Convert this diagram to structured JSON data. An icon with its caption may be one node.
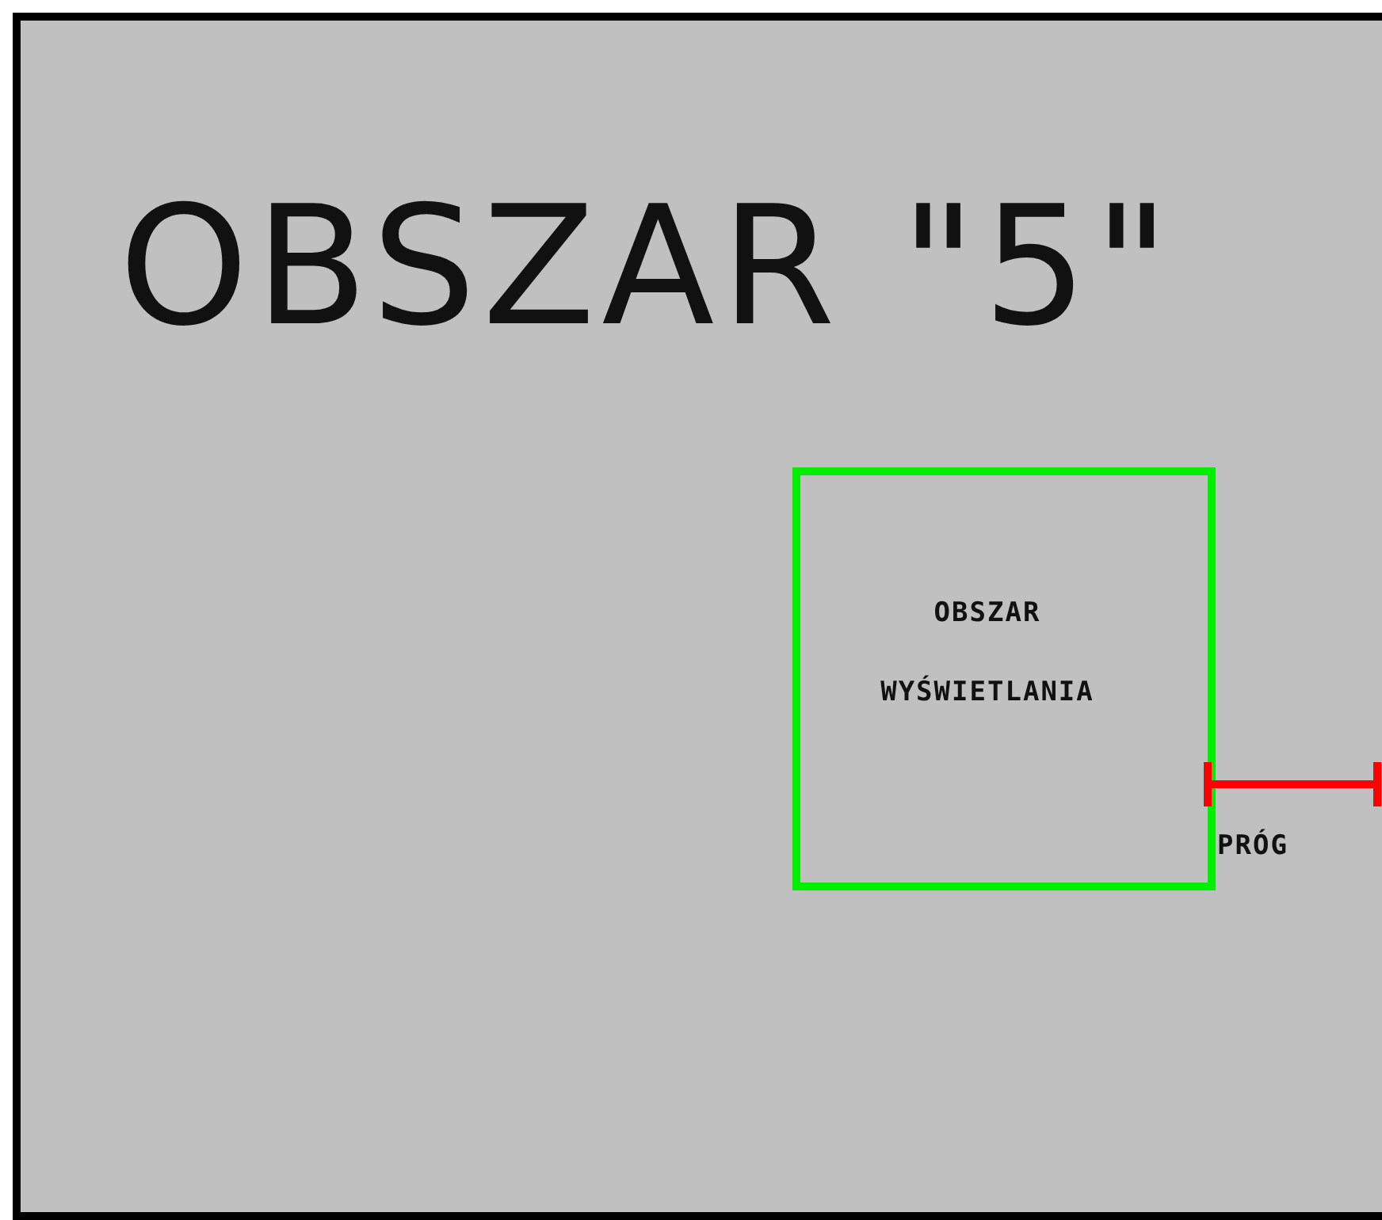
{
  "diagram": {
    "nodes": [
      {
        "text": [
          "OBSZAR \"5\""
        ]
      },
      {
        "text": [
          "OBSZAR WYŚWIETLANIA"
        ],
        "in": 0
      }
    ],
    "labels": [
      "PRÓG"
    ]
  }
}
